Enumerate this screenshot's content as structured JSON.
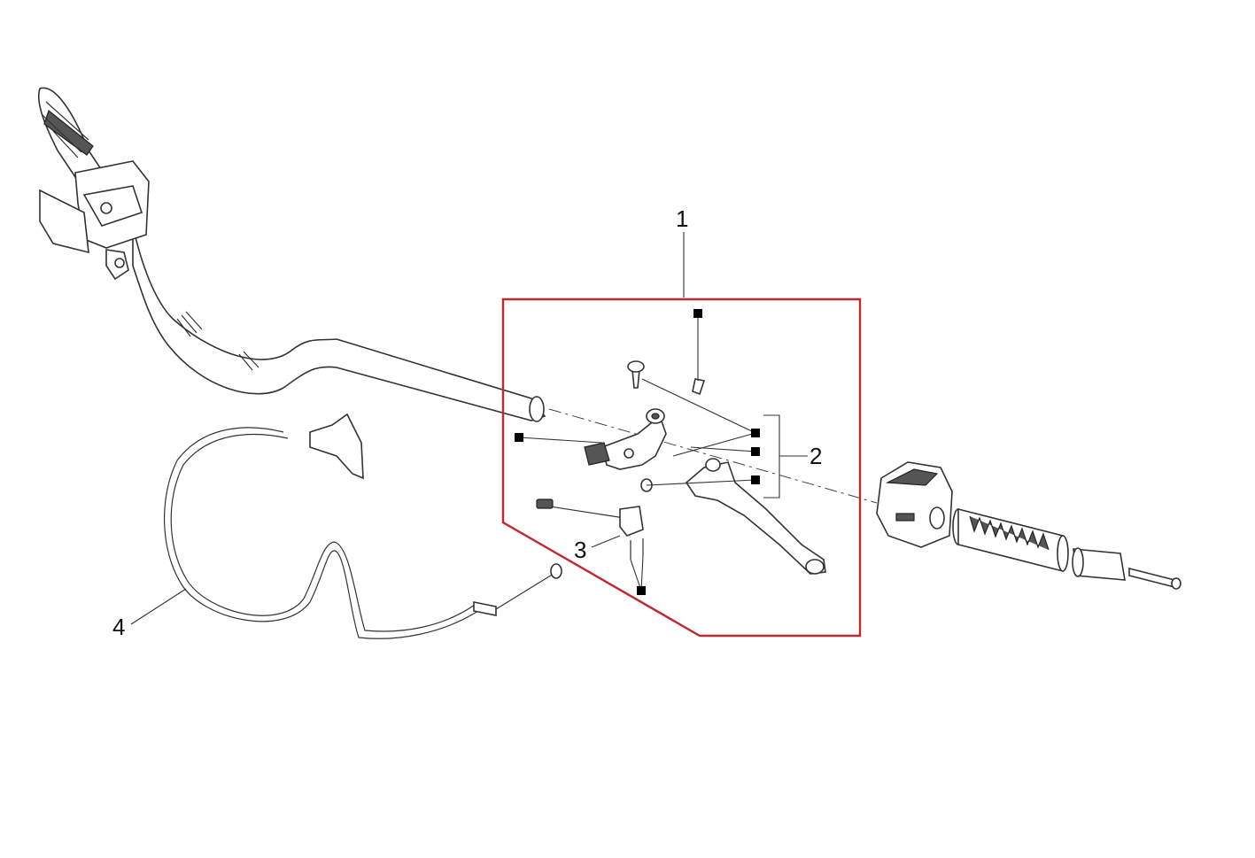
{
  "diagram": {
    "highlight_color": "#c0282f",
    "callouts": [
      {
        "id": "c1",
        "label": "1"
      },
      {
        "id": "c2",
        "label": "2"
      },
      {
        "id": "c3",
        "label": "3"
      },
      {
        "id": "c4",
        "label": "4"
      }
    ]
  }
}
